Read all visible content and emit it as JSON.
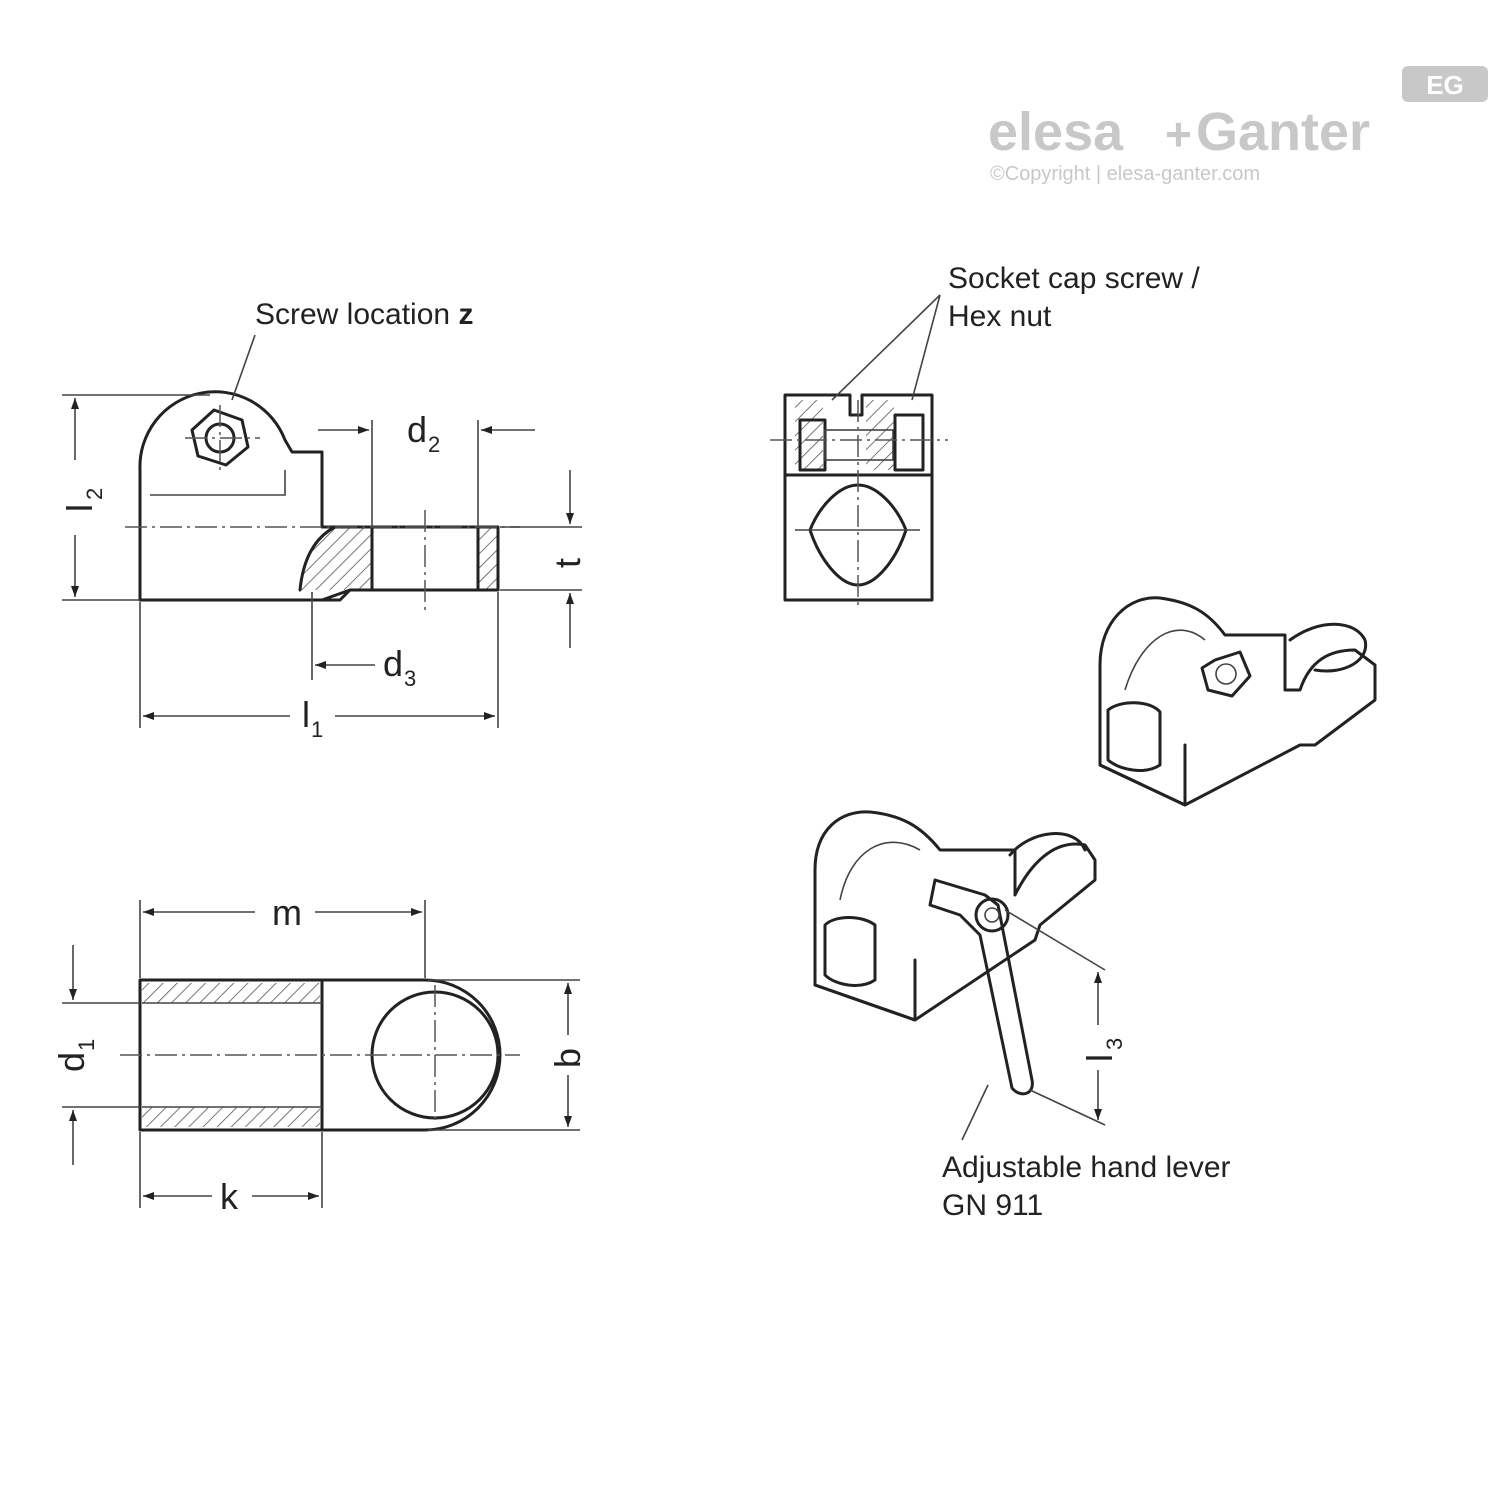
{
  "brand": {
    "badge": "EG",
    "name_part1": "elesa",
    "name_plus": "+",
    "name_part2": "Ganter",
    "copyright": "©Copyright | elesa-ganter.com",
    "color": "#c8c8c8"
  },
  "callouts": {
    "screw_location": "Screw location",
    "screw_location_var": "z",
    "socket_screw_line1": "Socket cap screw /",
    "socket_screw_line2": "Hex nut",
    "hand_lever_line1": "Adjustable hand lever",
    "hand_lever_line2": "GN 911"
  },
  "dimensions": {
    "l2": {
      "main": "l",
      "sub": "2"
    },
    "d2": {
      "main": "d",
      "sub": "2"
    },
    "t": {
      "main": "t"
    },
    "d3": {
      "main": "d",
      "sub": "3"
    },
    "l1": {
      "main": "l",
      "sub": "1"
    },
    "m": {
      "main": "m"
    },
    "d1": {
      "main": "d",
      "sub": "1"
    },
    "b": {
      "main": "b"
    },
    "k": {
      "main": "k"
    },
    "l3": {
      "main": "l",
      "sub": "3"
    }
  }
}
